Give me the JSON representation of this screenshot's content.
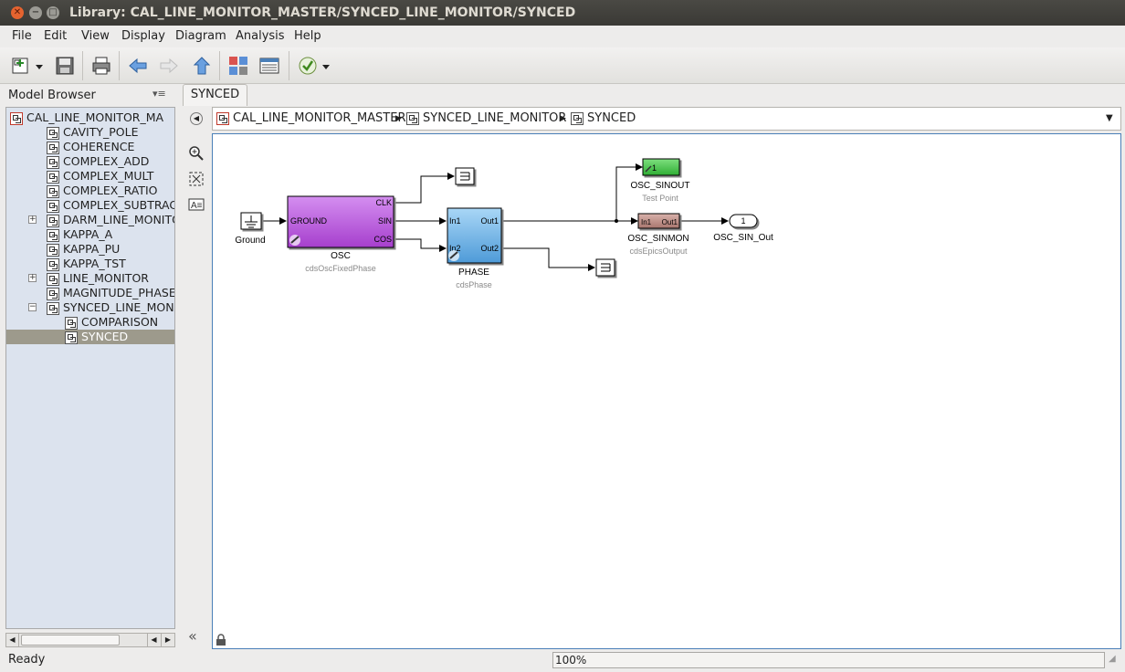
{
  "window": {
    "title": "Library: CAL_LINE_MONITOR_MASTER/SYNCED_LINE_MONITOR/SYNCED"
  },
  "menu": [
    "File",
    "Edit",
    "View",
    "Display",
    "Diagram",
    "Analysis",
    "Help"
  ],
  "model_browser": {
    "header": "Model Browser"
  },
  "tree": [
    {
      "label": "CAL_LINE_MONITOR_MA",
      "expander": "minus"
    },
    {
      "label": "CAVITY_POLE"
    },
    {
      "label": "COHERENCE"
    },
    {
      "label": "COMPLEX_ADD"
    },
    {
      "label": "COMPLEX_MULT"
    },
    {
      "label": "COMPLEX_RATIO"
    },
    {
      "label": "COMPLEX_SUBTRACT"
    },
    {
      "label": "DARM_LINE_MONITOR",
      "expander": "plus"
    },
    {
      "label": "KAPPA_A"
    },
    {
      "label": "KAPPA_PU"
    },
    {
      "label": "KAPPA_TST"
    },
    {
      "label": "LINE_MONITOR",
      "expander": "plus"
    },
    {
      "label": "MAGNITUDE_PHASE"
    },
    {
      "label": "SYNCED_LINE_MONI",
      "expander": "minus"
    },
    {
      "label": "COMPARISON"
    },
    {
      "label": "SYNCED",
      "selected": true
    }
  ],
  "tab": {
    "label": "SYNCED"
  },
  "breadcrumb": [
    "CAL_LINE_MONITOR_MASTER",
    "SYNCED_LINE_MONITOR",
    "SYNCED"
  ],
  "diagram": {
    "ground": {
      "name": "Ground"
    },
    "osc": {
      "name": "OSC",
      "sub": "cdsOscFixedPhase",
      "port_in": "GROUND",
      "ports_out": [
        "CLK",
        "SIN",
        "COS"
      ],
      "color": "#b454d6"
    },
    "phase": {
      "name": "PHASE",
      "sub": "cdsPhase",
      "ports_in": [
        "In1",
        "In2"
      ],
      "ports_out": [
        "Out1",
        "Out2"
      ],
      "color": "#6aaee0"
    },
    "sinout": {
      "name": "OSC_SINOUT",
      "sub": "Test Point",
      "port": "1",
      "color": "#46c44a"
    },
    "sinmon": {
      "name": "OSC_SINMON",
      "sub": "cdsEpicsOutput",
      "ports": [
        "In1",
        "Out1"
      ],
      "color": "#c9968f"
    },
    "outport": {
      "name": "OSC_SIN_Out",
      "number": "1"
    }
  },
  "status": {
    "text": "Ready",
    "zoom": "100%"
  }
}
